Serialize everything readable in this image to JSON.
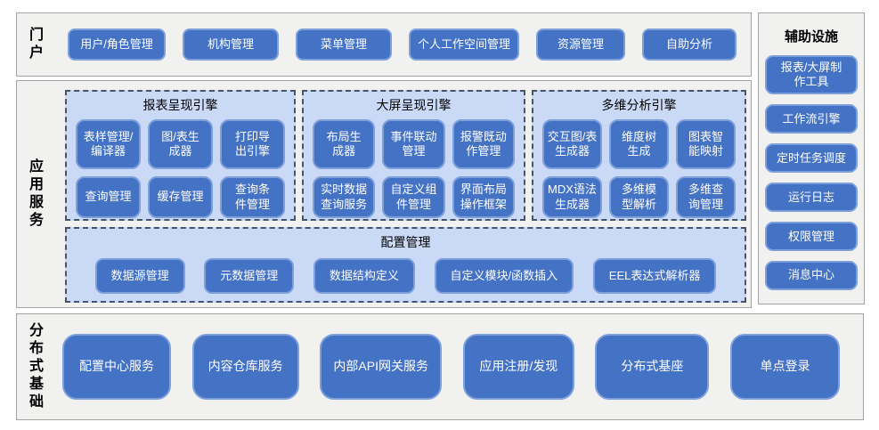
{
  "colors": {
    "button_fill": "#4472c4",
    "button_border": "#7ea0da",
    "panel_fill": "#c9d9f6",
    "panel_dashed_border": "#44546a",
    "section_fill": "#f1f1f0",
    "section_border": "#a3a3a3"
  },
  "portal": {
    "label": "门户",
    "buttons": [
      "用户/角色管理",
      "机构管理",
      "菜单管理",
      "个人工作空间管理",
      "资源管理",
      "自助分析"
    ]
  },
  "app_services": {
    "label": "应用服务",
    "engines": [
      {
        "title": "报表呈现引擎",
        "buttons": [
          "表样管理/\n编译器",
          "图/表生\n成器",
          "打印导\n出引擎",
          "查询管理",
          "缓存管理",
          "查询条\n件管理"
        ]
      },
      {
        "title": "大屏呈现引擎",
        "buttons": [
          "布局生\n成器",
          "事件联动\n管理",
          "报警既动\n作管理",
          "实时数据\n查询服务",
          "自定义组\n件管理",
          "界面布局\n操作框架"
        ]
      },
      {
        "title": "多维分析引擎",
        "buttons": [
          "交互图/表\n生成器",
          "维度树\n生成",
          "图表智\n能映射",
          "MDX语法\n生成器",
          "多维模\n型解析",
          "多维查\n询管理"
        ]
      }
    ],
    "config": {
      "title": "配置管理",
      "buttons": [
        "数据源管理",
        "元数据管理",
        "数据结构定义",
        "自定义模块/函数插入",
        "EEL表达式解析器"
      ]
    }
  },
  "auxiliary": {
    "label": "辅助设施",
    "buttons": [
      "报表/大屏制\n作工具",
      "工作流引擎",
      "定时任务调度",
      "运行日志",
      "权限管理",
      "消息中心"
    ]
  },
  "distributed": {
    "label": "分布式基础",
    "buttons": [
      "配置中心服务",
      "内容仓库服务",
      "内部API网关服务",
      "应用注册/发现",
      "分布式基座",
      "单点登录"
    ]
  }
}
